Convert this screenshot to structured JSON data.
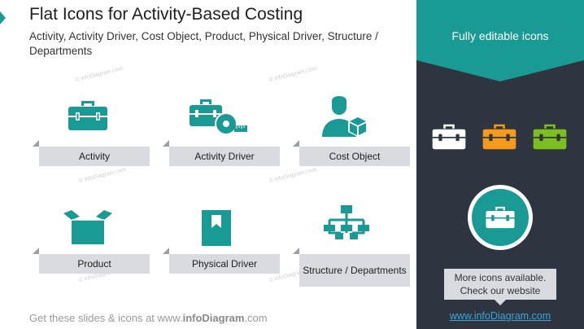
{
  "header": {
    "title": "Flat Icons for Activity-Based Costing",
    "subtitle": "Activity, Activity Driver, Cost Object, Product, Physical Driver, Structure / Departments"
  },
  "watermark": "© infoDiagram.com",
  "cards": [
    {
      "label": "Activity",
      "icon": "toolbox-icon"
    },
    {
      "label": "Activity Driver",
      "icon": "toolbox-measuring-tape-icon"
    },
    {
      "label": "Cost Object",
      "icon": "person-with-box-icon"
    },
    {
      "label": "Product",
      "icon": "open-box-icon"
    },
    {
      "label": "Physical Driver",
      "icon": "bookmark-icon"
    },
    {
      "label": "Structure / Departments",
      "icon": "org-chart-icon"
    }
  ],
  "footer": {
    "prefix": "Get these slides & icons at www.",
    "brand": "infoDiagram",
    "suffix": ".com"
  },
  "panel": {
    "banner_text": "Fully editable icons",
    "swatch_icon": "toolbox-icon",
    "swatch_colors": [
      "#ffffff",
      "#f59a1b",
      "#7cc01e"
    ],
    "featured_icon": "toolbox-icon",
    "more_text": "More icons available. Check our website",
    "link_text": "www.infoDiagram.com"
  },
  "colors": {
    "accent": "#1a9a95",
    "dark_panel": "#2e3440",
    "label_bg": "#d9dbe0",
    "link": "#3aa8d8"
  }
}
